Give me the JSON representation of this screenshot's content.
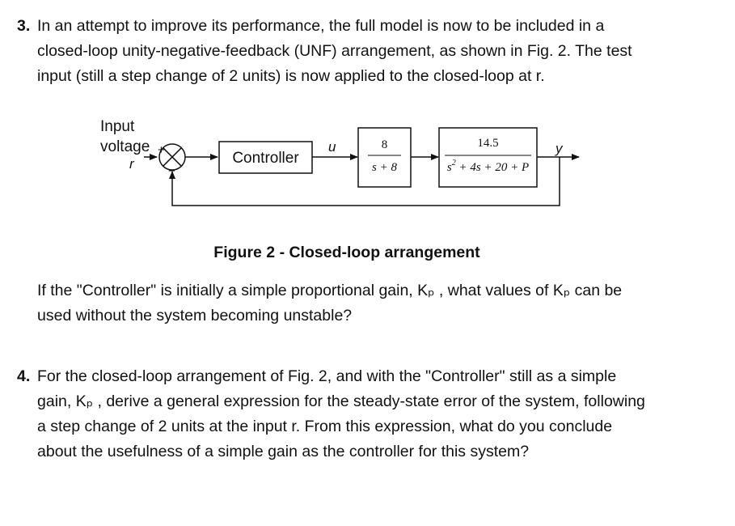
{
  "q3": {
    "number": "3.",
    "lines": [
      "In an attempt to improve its performance, the full model is now to be included in a",
      "closed-loop unity-negative-feedback (UNF) arrangement, as shown in Fig. 2. The test",
      "input (still a step change of 2 units) is now applied to the closed-loop at r."
    ]
  },
  "figure": {
    "input_label_1": "Input",
    "input_label_2": "voltage",
    "input_symbol": "r",
    "plus_sign": "+",
    "minus_sign": "−",
    "controller_label": "Controller",
    "u_label": "u",
    "block1_num": "8",
    "block1_den": "s + 8",
    "block2_num": "14.5",
    "block2_den_a": "s",
    "block2_den_exp": "2",
    "block2_den_b": " + 4s + 20 + P",
    "output_label": "y",
    "caption": "Figure 2 - Closed-loop arrangement"
  },
  "q3b": {
    "lines": [
      "If the \"Controller\" is initially a simple proportional gain, Kₚ , what values of  Kₚ  can be",
      "used without the system becoming unstable?"
    ]
  },
  "q4": {
    "number": "4.",
    "lines": [
      "For the closed-loop arrangement of Fig. 2, and with the \"Controller\" still as a simple",
      "gain, Kₚ , derive a general expression for the steady-state error of the system, following",
      "a step change of 2 units at the input r. From this expression, what do you conclude",
      "about the usefulness of a simple gain as the controller for this system?"
    ]
  }
}
